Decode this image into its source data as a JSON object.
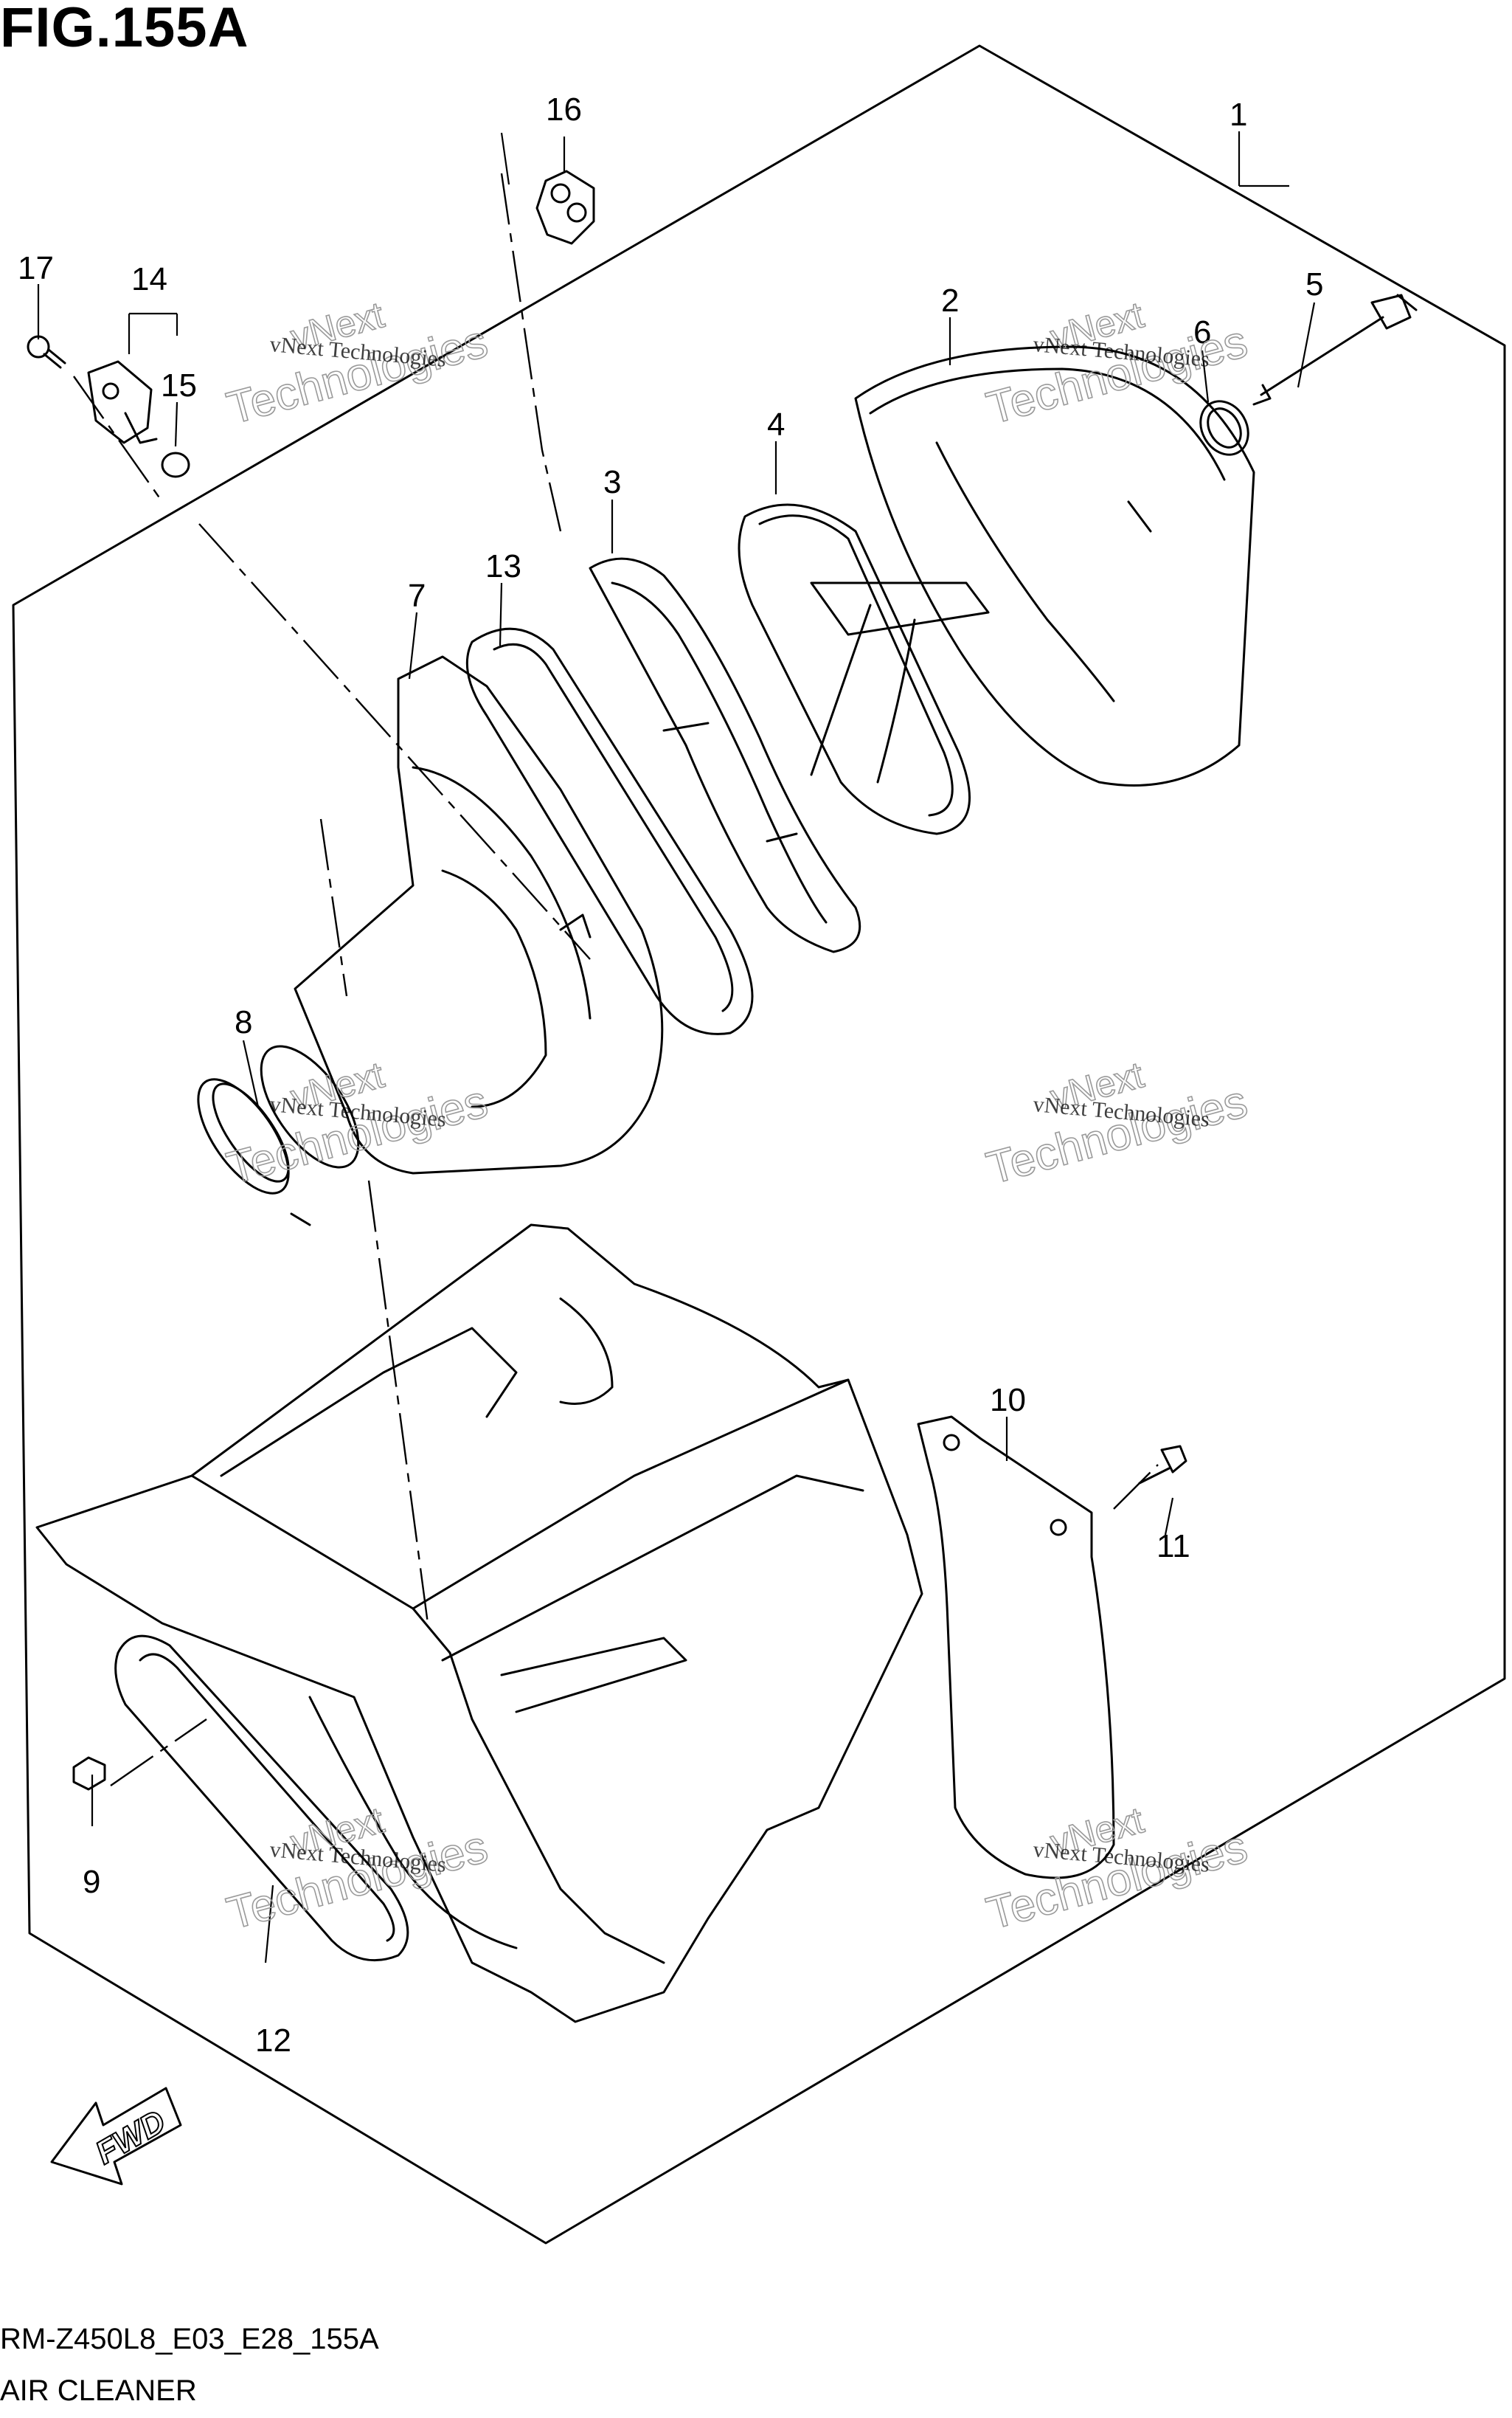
{
  "figure": {
    "title": "FIG.155A",
    "code": "RM-Z450L8_E03_E28_155A",
    "name": "AIR CLEANER"
  },
  "fwd_label": "FWD",
  "callouts": [
    "1",
    "2",
    "3",
    "4",
    "5",
    "6",
    "7",
    "8",
    "9",
    "10",
    "11",
    "12",
    "13",
    "14",
    "15",
    "16",
    "17"
  ],
  "watermark": {
    "line1": "vNext Technologies",
    "line2": "Technologies",
    "line3": "vNext"
  }
}
